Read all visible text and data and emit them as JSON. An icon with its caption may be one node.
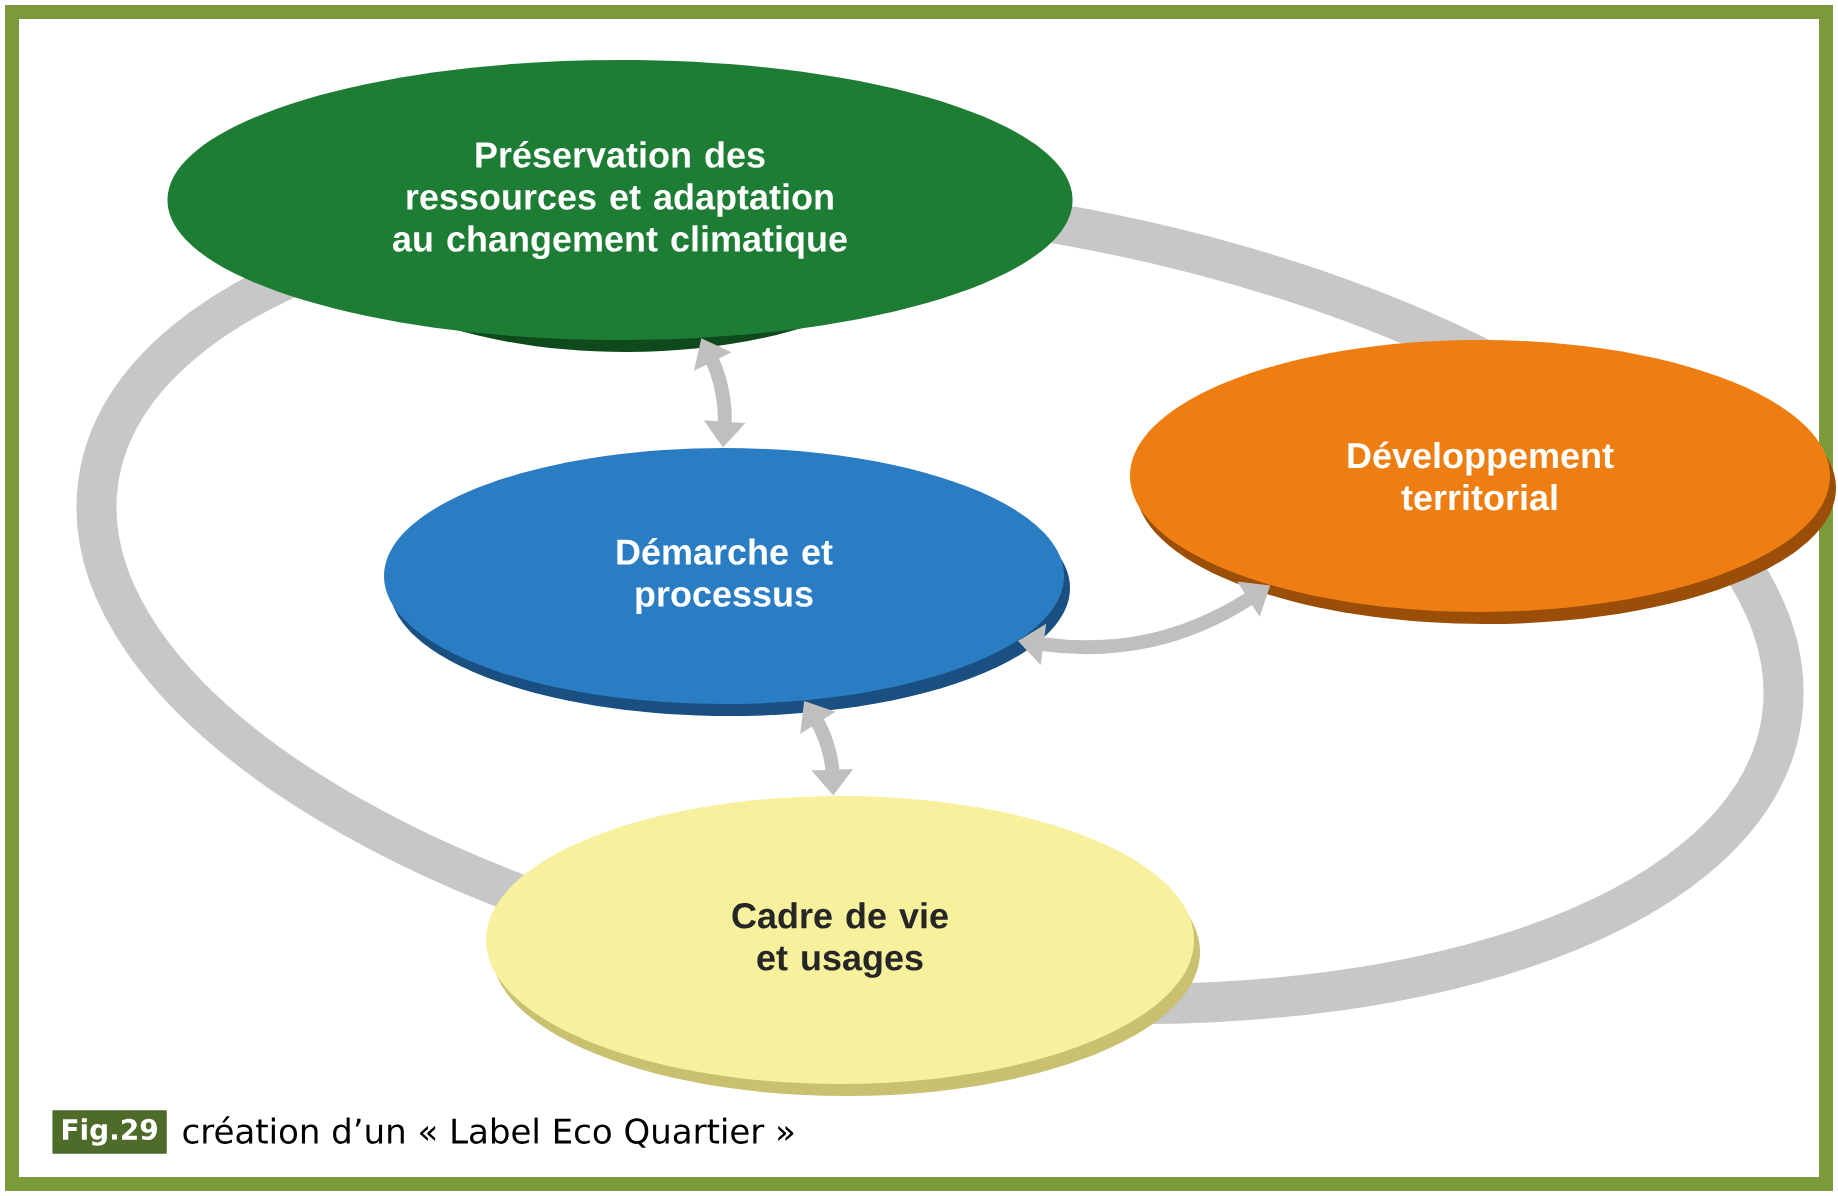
{
  "diagram": {
    "caption": "création d’un « Label Eco Quartier »",
    "nodes": [
      {
        "text": [
          "Préservation des ressources et adaptation au changement climatique"
        ]
      },
      {
        "text": [
          "Démarche et processus"
        ]
      },
      {
        "text": [
          "Développement territorial"
        ]
      },
      {
        "text": [
          "Cadre de vie et usages"
        ]
      }
    ],
    "edges": [
      {
        "from": 1,
        "to": 0,
        "arrow": "both"
      },
      {
        "from": 1,
        "to": 2,
        "arrow": "both"
      },
      {
        "from": 1,
        "to": 3,
        "arrow": "both"
      }
    ],
    "labels": [
      "Fig.29"
    ]
  }
}
